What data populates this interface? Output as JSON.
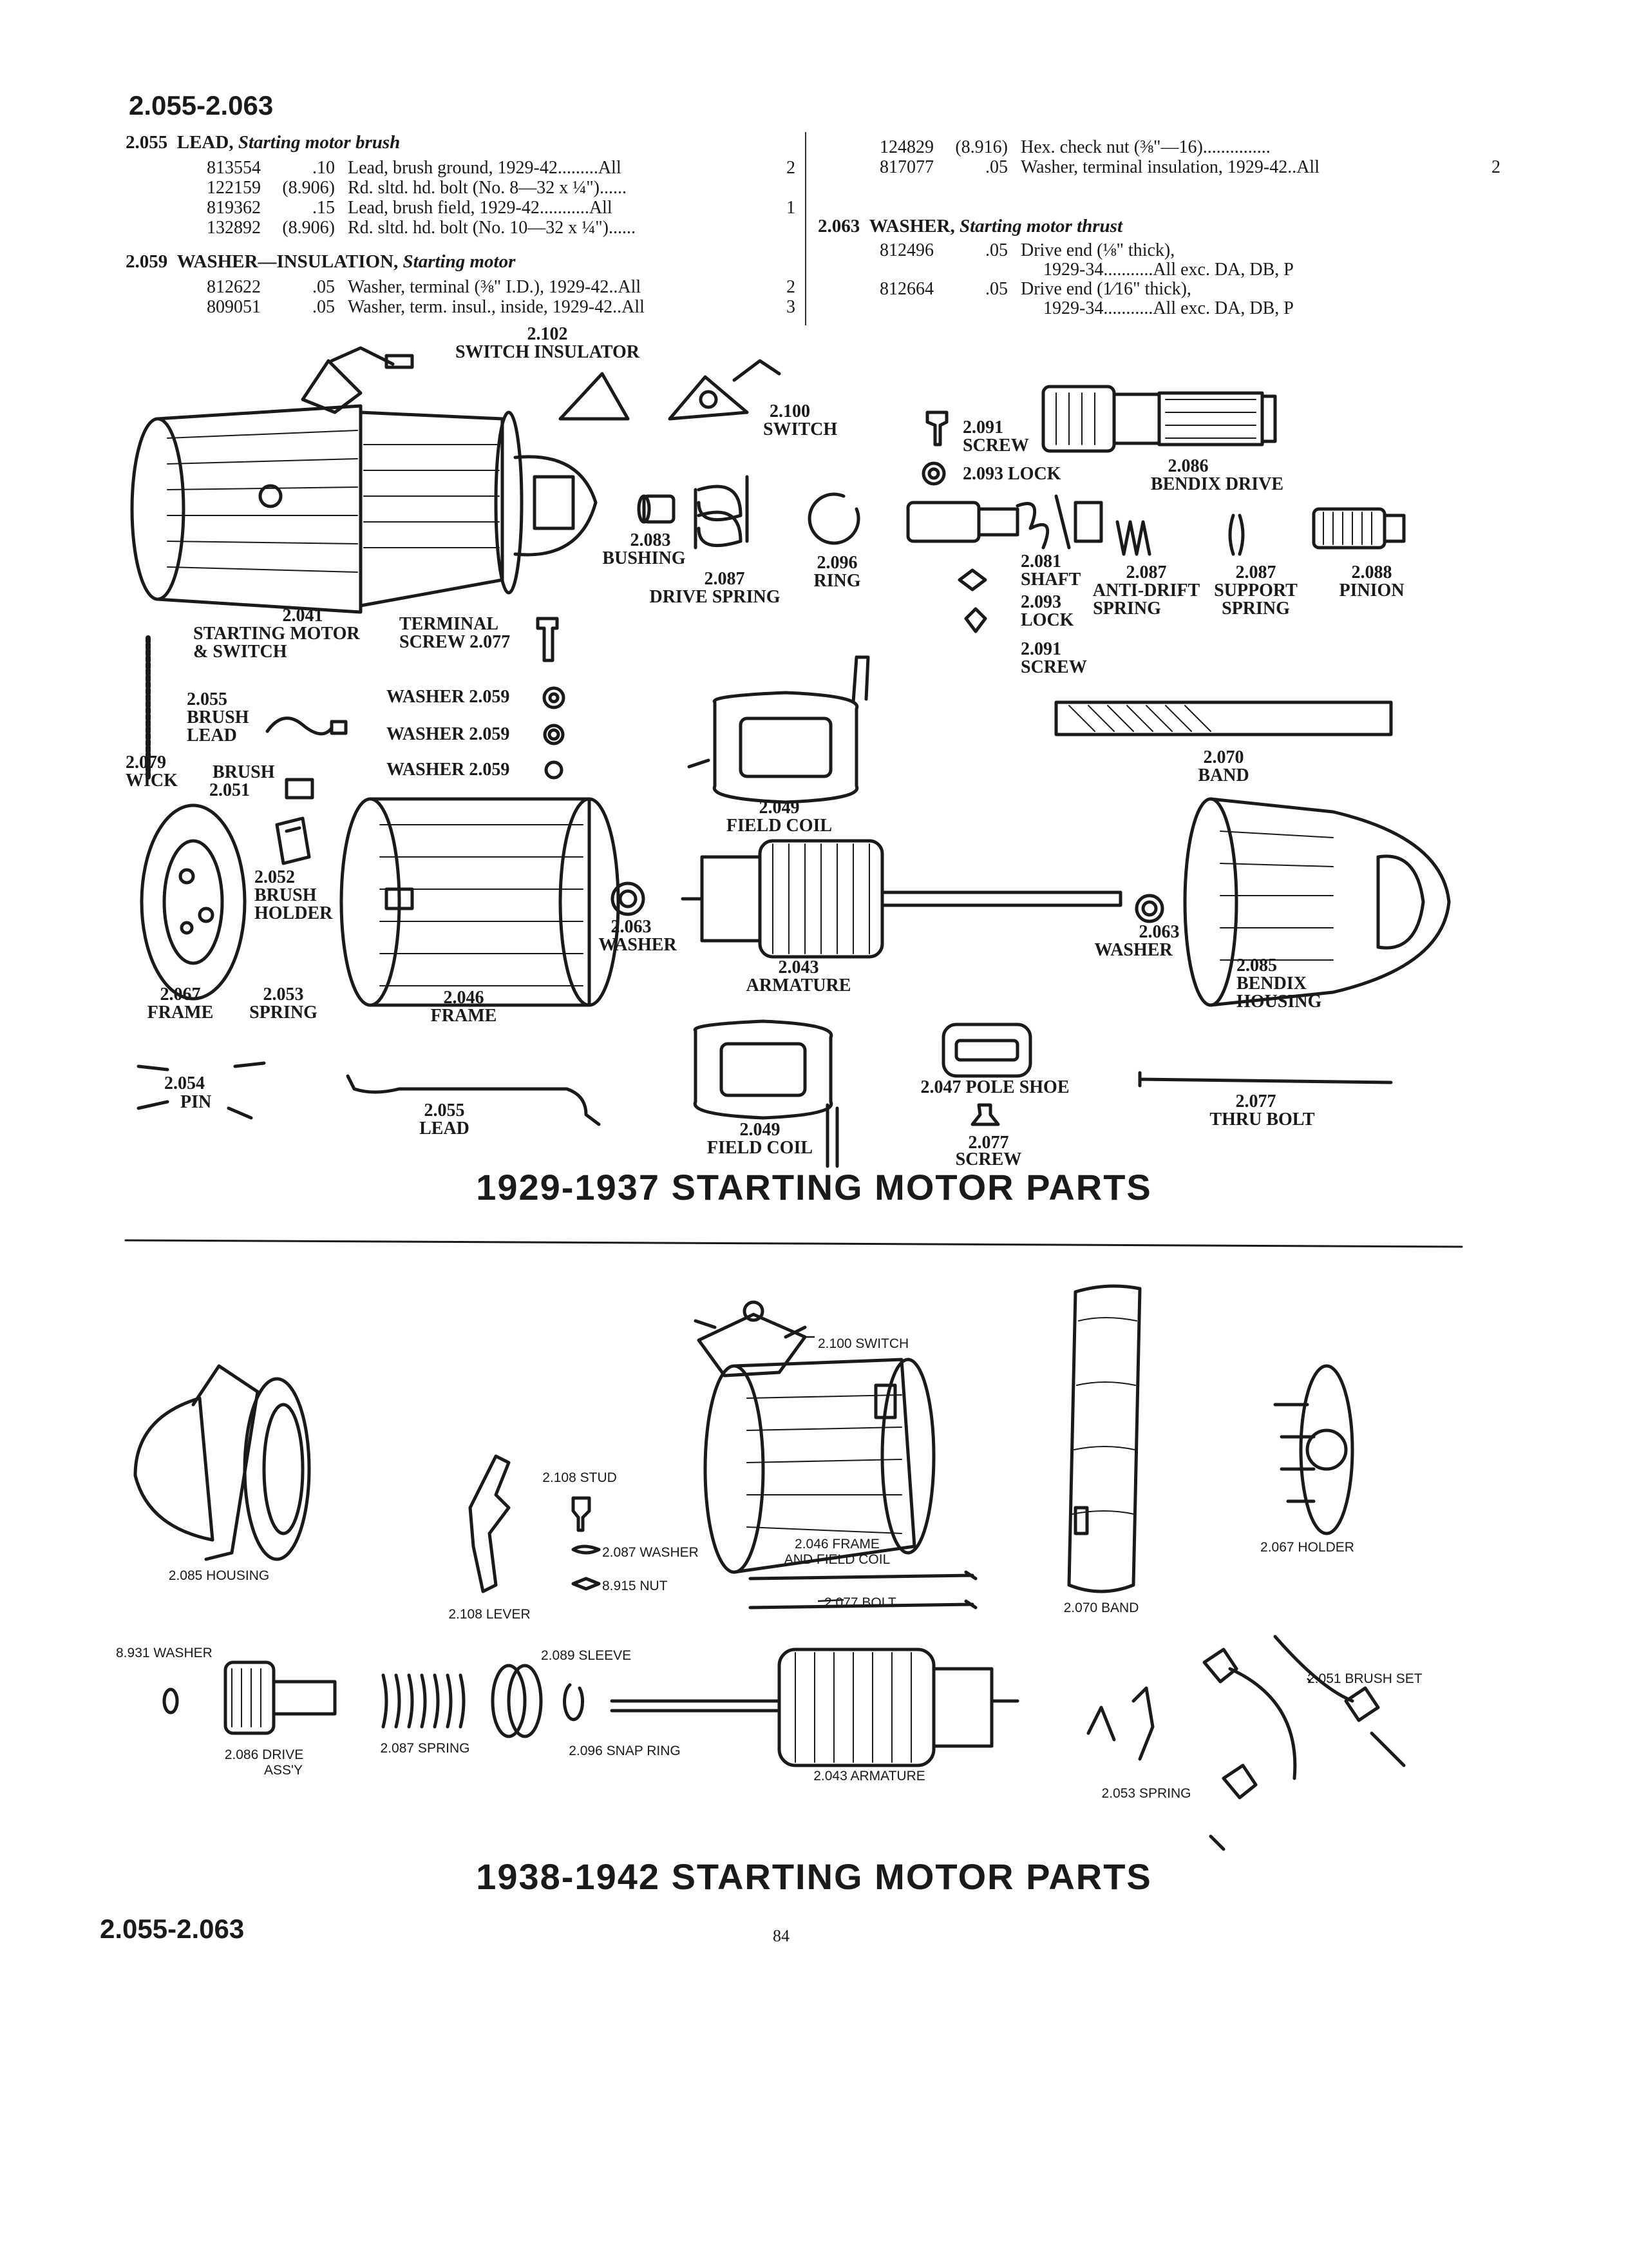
{
  "header": {
    "top_range": "2.055-2.063",
    "bottom_range": "2.055-2.063",
    "page_number": "84"
  },
  "parts_list": {
    "left": [
      {
        "code": "2.055",
        "name": "LEAD,",
        "sub": "Starting motor brush",
        "rows": [
          {
            "part": "813554",
            "ref": ".10",
            "desc": "Lead, brush ground, 1929-42.........All",
            "qty": "2"
          },
          {
            "part": "122159",
            "ref": "(8.906)",
            "desc": "Rd. sltd. hd. bolt (No. 8—32 x ¼\")......",
            "qty": ""
          },
          {
            "part": "819362",
            "ref": ".15",
            "desc": "Lead, brush field, 1929-42...........All",
            "qty": "1"
          },
          {
            "part": "132892",
            "ref": "(8.906)",
            "desc": "Rd. sltd. hd. bolt (No. 10—32 x ¼\")......",
            "qty": ""
          }
        ]
      },
      {
        "code": "2.059",
        "name": "WASHER—INSULATION,",
        "sub": "Starting motor",
        "rows": [
          {
            "part": "812622",
            "ref": ".05",
            "desc": "Washer, terminal (⅜\" I.D.), 1929-42..All",
            "qty": "2"
          },
          {
            "part": "809051",
            "ref": ".05",
            "desc": "Washer, term. insul., inside, 1929-42..All",
            "qty": "3"
          }
        ]
      }
    ],
    "right_top": [
      {
        "part": "124829",
        "ref": "(8.916)",
        "desc": "Hex. check nut (⅜\"—16)...............",
        "qty": ""
      },
      {
        "part": "817077",
        "ref": ".05",
        "desc": "Washer, terminal insulation, 1929-42..All",
        "qty": "2"
      }
    ],
    "right_cat": {
      "code": "2.063",
      "name": "WASHER,",
      "sub": "Starting motor thrust",
      "rows": [
        {
          "part": "812496",
          "ref": ".05",
          "desc": "Drive end (⅛\" thick),",
          "desc2": "1929-34...........All exc. DA, DB, P"
        },
        {
          "part": "812664",
          "ref": ".05",
          "desc": "Drive end (1⁄16\" thick),",
          "desc2": "1929-34...........All exc. DA, DB, P"
        }
      ]
    }
  },
  "diagram1": {
    "title": "1929-1937 STARTING MOTOR PARTS",
    "labels": {
      "switch_insulator_num": "2.102",
      "switch_insulator": "SWITCH INSULATOR",
      "switch_num": "2.100",
      "switch": "SWITCH",
      "screw1_num": "2.091",
      "screw1": "SCREW",
      "lock1": "2.093 LOCK",
      "bendix_drive_num": "2.086",
      "bendix_drive": "BENDIX DRIVE",
      "bushing_num": "2.083",
      "bushing": "BUSHING",
      "drive_spring_num": "2.087",
      "drive_spring": "DRIVE SPRING",
      "ring_num": "2.096",
      "ring": "RING",
      "shaft_num": "2.081",
      "shaft": "SHAFT",
      "lock2_num": "2.093",
      "lock2": "LOCK",
      "screw2_num": "2.091",
      "screw2": "SCREW",
      "anti_drift_num": "2.087",
      "anti_drift": "ANTI-DRIFT",
      "anti_drift2": "SPRING",
      "support_num": "2.087",
      "support": "SUPPORT",
      "support2": "SPRING",
      "pinion_num": "2.088",
      "pinion": "PINION",
      "motor_num": "2.041",
      "motor": "STARTING MOTOR",
      "motor2": "& SWITCH",
      "terminal": "TERMINAL",
      "terminal2": "SCREW 2.077",
      "brush_lead_num": "2.055",
      "brush_lead": "BRUSH",
      "brush_lead2": "LEAD",
      "washer_a": "WASHER 2.059",
      "washer_b": "WASHER 2.059",
      "washer_c": "WASHER 2.059",
      "wick_num": "2.079",
      "wick": "WICK",
      "brush": "BRUSH",
      "brush_num": "2.051",
      "field_coil_num": "2.049",
      "field_coil": "FIELD COIL",
      "band_num": "2.070",
      "band": "BAND",
      "brush_holder_num": "2.052",
      "brush_holder": "BRUSH",
      "brush_holder2": "HOLDER",
      "washer1_num": "2.063",
      "washer1": "WASHER",
      "washer2_num": "2.063",
      "washer2": "WASHER",
      "armature_num": "2.043",
      "armature": "ARMATURE",
      "bendix_housing_num": "2.085",
      "bendix_housing": "BENDIX",
      "bendix_housing2": "HOUSING",
      "frame1_num": "2.067",
      "frame1": "FRAME",
      "spring_num": "2.053",
      "spring": "SPRING",
      "frame2_num": "2.046",
      "frame2": "FRAME",
      "pin_num": "2.054",
      "pin": "PIN",
      "lead_num": "2.055",
      "lead": "LEAD",
      "field_coil2_num": "2.049",
      "field_coil2": "FIELD COIL",
      "pole_shoe": "2.047 POLE SHOE",
      "screw3_num": "2.077",
      "screw3": "SCREW",
      "thru_bolt_num": "2.077",
      "thru_bolt": "THRU BOLT"
    }
  },
  "diagram2": {
    "title": "1938-1942 STARTING MOTOR PARTS",
    "labels": {
      "switch": "2.100 SWITCH",
      "housing": "2.085 HOUSING",
      "stud": "2.108 STUD",
      "washer": "2.087 WASHER",
      "nut": "8.915 NUT",
      "lever": "2.108 LEVER",
      "frame": "2.046 FRAME",
      "frame2": "AND FIELD COIL",
      "bolt": "2.077 BOLT",
      "band": "2.070 BAND",
      "holder": "2.067 HOLDER",
      "washer2": "8.931 WASHER",
      "sleeve": "2.089 SLEEVE",
      "drive": "2.086 DRIVE",
      "drive2": "ASS'Y",
      "spring": "2.087 SPRING",
      "snap_ring": "2.096 SNAP RING",
      "armature": "2.043 ARMATURE",
      "brush_set": "2.051 BRUSH SET",
      "spring2": "2.053 SPRING"
    }
  }
}
